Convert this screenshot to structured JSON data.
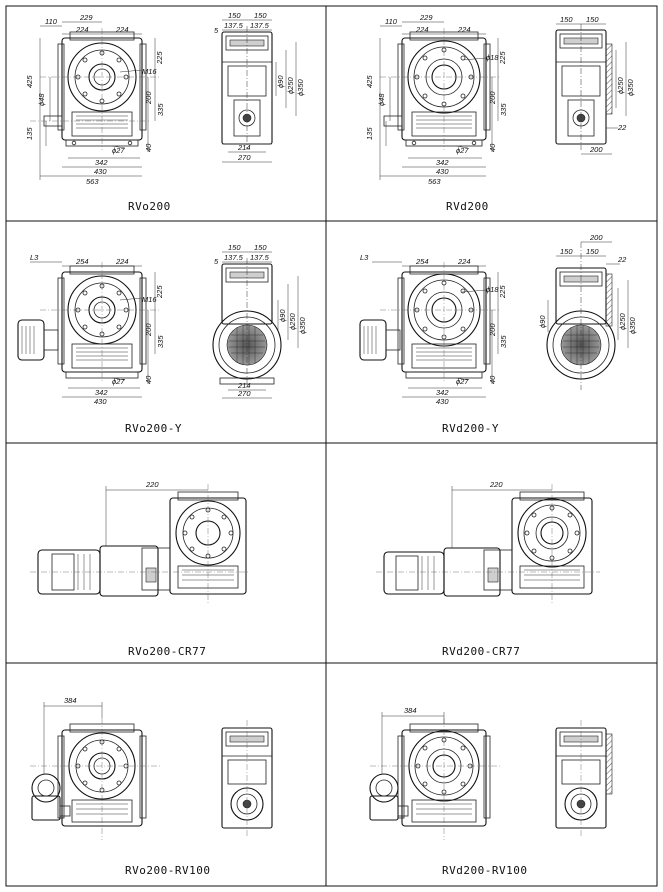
{
  "panels": [
    {
      "caption": "RVo200",
      "front_dims": {
        "d110": "110",
        "d229": "229",
        "d224a": "224",
        "d224b": "224",
        "d425": "425",
        "d225": "225",
        "d200": "200",
        "d335": "335",
        "d135": "135",
        "d40": "40",
        "d48": "ϕ48",
        "d27": "ϕ27",
        "d342": "342",
        "d430": "430",
        "d563": "563",
        "m16": "M16"
      },
      "side_dims": {
        "d150a": "150",
        "d150b": "150",
        "d1375a": "137.5",
        "d1375b": "137.5",
        "d5": "5",
        "d90": "ϕ90",
        "d250": "ϕ250",
        "d350": "ϕ350",
        "d214": "214",
        "d270": "270"
      }
    },
    {
      "caption": "RVd200",
      "front_dims": {
        "d110": "110",
        "d229": "229",
        "d224a": "224",
        "d224b": "224",
        "d425": "425",
        "d225": "225",
        "d200": "200",
        "d335": "335",
        "d135": "135",
        "d40": "40",
        "d48": "ϕ48",
        "d27": "ϕ27",
        "d342": "342",
        "d430": "430",
        "d563": "563",
        "d18": "ϕ18"
      },
      "side_dims": {
        "d150a": "150",
        "d150b": "150",
        "d250": "ϕ250",
        "d350": "ϕ350",
        "d22": "22",
        "d200": "200"
      }
    },
    {
      "caption": "RVo200-Y",
      "front_dims": {
        "l3": "L3",
        "d254": "254",
        "d224": "224",
        "d225": "225",
        "d200": "200",
        "d335": "335",
        "d40": "40",
        "d27": "ϕ27",
        "d342": "342",
        "d430": "430",
        "m16": "M16"
      },
      "side_dims": {
        "d150a": "150",
        "d150b": "150",
        "d1375a": "137.5",
        "d1375b": "137.5",
        "d5": "5",
        "d90": "ϕ90",
        "d250": "ϕ250",
        "d350": "ϕ350",
        "d214": "214",
        "d270": "270"
      }
    },
    {
      "caption": "RVd200-Y",
      "front_dims": {
        "l3": "L3",
        "d254": "254",
        "d224": "224",
        "d225": "225",
        "d200": "200",
        "d335": "335",
        "d40": "40",
        "d27": "ϕ27",
        "d342": "342",
        "d430": "430",
        "d18": "ϕ18"
      },
      "side_dims": {
        "d200": "200",
        "d150a": "150",
        "d150b": "150",
        "d22": "22",
        "d90": "ϕ90",
        "d250": "ϕ250",
        "d350": "ϕ350"
      }
    },
    {
      "caption": "RVo200-CR77",
      "front_dims": {
        "d220": "220"
      }
    },
    {
      "caption": "RVd200-CR77",
      "front_dims": {
        "d220": "220"
      }
    },
    {
      "caption": "RVo200-RV100",
      "front_dims": {
        "d384": "384"
      }
    },
    {
      "caption": "RVd200-RV100",
      "front_dims": {
        "d384": "384"
      }
    }
  ]
}
